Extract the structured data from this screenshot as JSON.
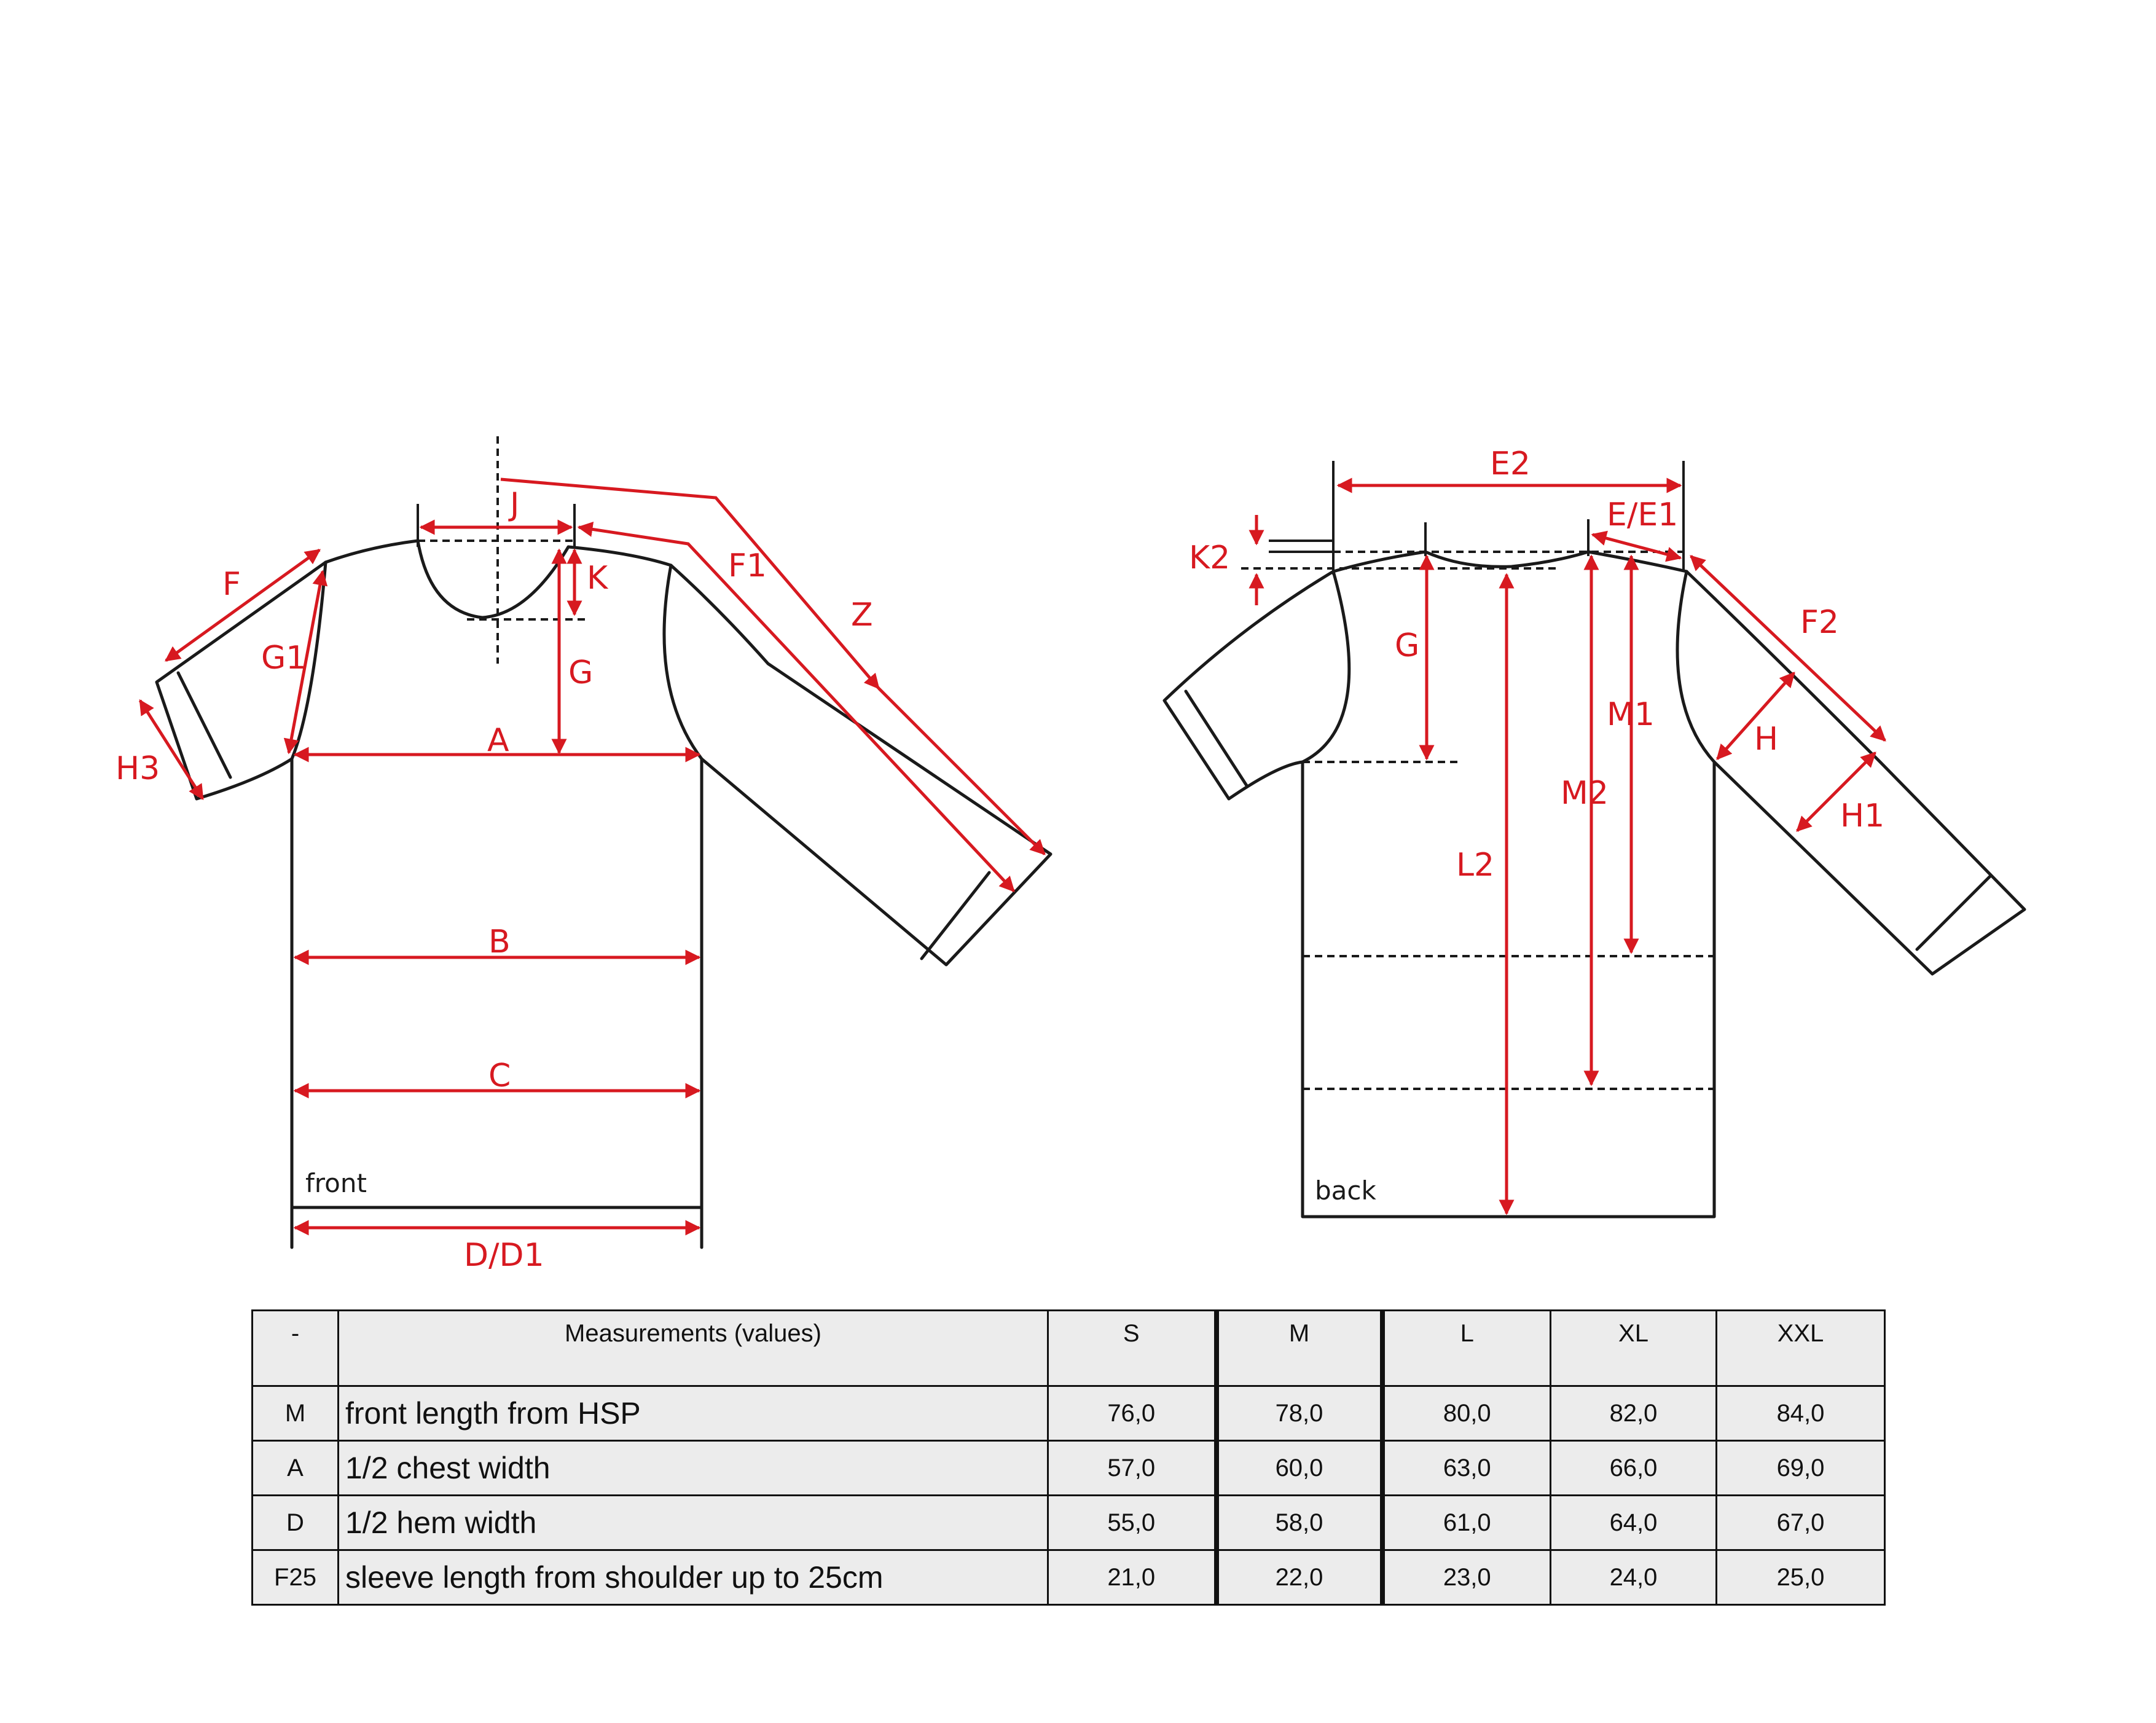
{
  "labels": {
    "front_tag": "front",
    "back_tag": "back",
    "J": "J",
    "F1": "F1",
    "Z": "Z",
    "F": "F",
    "G1": "G1",
    "K": "K",
    "G": "G",
    "H3": "H3",
    "A": "A",
    "B": "B",
    "C": "C",
    "D_D1": "D/D1",
    "E2": "E2",
    "E_E1": "E/E1",
    "K2": "K2",
    "F2": "F2",
    "M1": "M1",
    "M2": "M2",
    "L2": "L2",
    "H": "H",
    "H1": "H1"
  },
  "colors": {
    "measure_red": "#d71920",
    "outline": "#1a1a1a",
    "table_bg": "#ececec"
  },
  "table": {
    "header": {
      "code": "-",
      "label": "Measurements (values)",
      "sizes": [
        "S",
        "M",
        "L",
        "XL",
        "XXL"
      ]
    },
    "rows": [
      {
        "code": "M",
        "label": "front length from HSP",
        "values": [
          "76,0",
          "78,0",
          "80,0",
          "82,0",
          "84,0"
        ]
      },
      {
        "code": "A",
        "label": "1/2 chest width",
        "values": [
          "57,0",
          "60,0",
          "63,0",
          "66,0",
          "69,0"
        ]
      },
      {
        "code": "D",
        "label": "1/2 hem width",
        "values": [
          "55,0",
          "58,0",
          "61,0",
          "64,0",
          "67,0"
        ]
      },
      {
        "code": "F25",
        "label": "sleeve length from shoulder up to 25cm",
        "values": [
          "21,0",
          "22,0",
          "23,0",
          "24,0",
          "25,0"
        ]
      }
    ]
  }
}
